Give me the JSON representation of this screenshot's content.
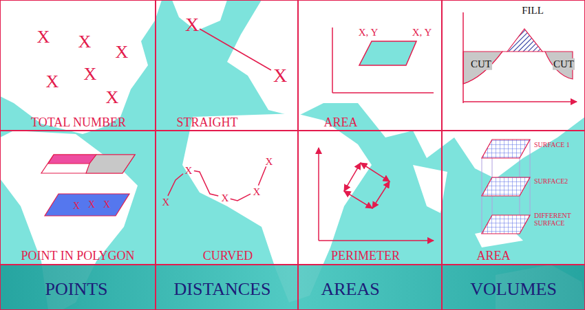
{
  "diagram": {
    "nodes": [
      {
        "text": [
          "X",
          "X",
          "X",
          "X",
          "X",
          "X",
          "TOTAL NUMBER"
        ]
      },
      {
        "text": [
          "X",
          "X",
          "STRAIGHT"
        ]
      },
      {
        "text": [
          "X, Y",
          "X, Y",
          "AREA"
        ]
      },
      {
        "text": [
          "FILL",
          "CUT",
          "CUT"
        ]
      },
      {
        "text": [
          "X",
          "X",
          "X",
          "POINT IN POLYGON"
        ]
      },
      {
        "text": [
          "X",
          "X",
          "X",
          "X",
          "X",
          "CURVED"
        ]
      },
      {
        "text": [
          "PERIMETER"
        ]
      },
      {
        "text": [
          "SURFACE 1",
          "SURFACE2",
          "DIFFERENT SURFACE",
          "AREA"
        ]
      },
      {
        "text": [
          "POINTS"
        ]
      },
      {
        "text": [
          "DISTANCES"
        ]
      },
      {
        "text": [
          "AREAS"
        ]
      },
      {
        "text": [
          "VOLUMES"
        ]
      }
    ]
  }
}
